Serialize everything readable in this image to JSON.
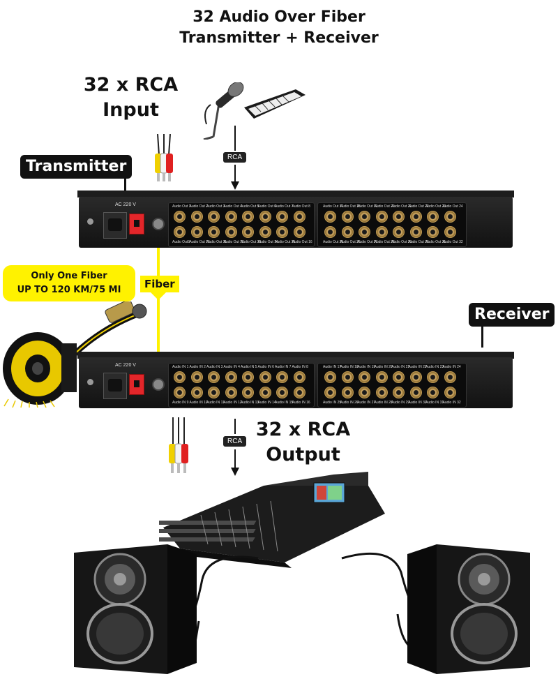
{
  "title": {
    "line1": "32 Audio Over Fiber",
    "line2": "Transmitter + Receiver"
  },
  "input_label": {
    "line1": "32 x RCA",
    "line2": "Input"
  },
  "output_label": {
    "line1": "32 x RCA",
    "line2": "Output"
  },
  "transmitter_label": "Transmitter",
  "receiver_label": "Receiver",
  "rca_tag_top": "RCA",
  "rca_tag_bottom": "RCA",
  "fiber_note": {
    "line1": "Only One Fiber",
    "line2": "UP TO 120 KM/75 MI"
  },
  "fiber_tag": "Fiber",
  "transmitter": {
    "power_label": "AC 220 V",
    "ports_left_top": [
      "Audio Out 1",
      "Audio Out 2",
      "Audio Out 3",
      "Audio Out 4",
      "Audio Out 5",
      "Audio Out 6",
      "Audio Out 7",
      "Audio Out 8"
    ],
    "ports_left_bottom": [
      "Audio Out9",
      "Audio Out 10",
      "Audio Out 11",
      "Audio Out 12",
      "Audio Out 13",
      "Audio Out 14",
      "Audio Out 15",
      "Audio Out 16"
    ],
    "ports_right_top": [
      "Audio Out 17",
      "Audio Out 18",
      "Audio Out 19",
      "Audio Out 20",
      "Audio Out 21",
      "Audio Out 22",
      "Audio Out 23",
      "Audio Out 24"
    ],
    "ports_right_bottom": [
      "Audio Out 25",
      "Audio Out 26",
      "Audio Out 27",
      "Audio Out 28",
      "Audio Out 29",
      "Audio Out 30",
      "Audio Out 31",
      "Audio Out 32"
    ]
  },
  "receiver": {
    "power_label": "AC 220 V",
    "ports_left_top": [
      "Audio IN 1",
      "Audio IN 2",
      "Audio IN 3",
      "Audio IN 4",
      "Audio IN 5",
      "Audio IN 6",
      "Audio IN 7",
      "Audio IN 8"
    ],
    "ports_left_bottom": [
      "Audio IN 9",
      "Audio IN 10",
      "Audio IN 11",
      "Audio IN 12",
      "Audio IN 13",
      "Audio IN 14",
      "Audio IN 15",
      "Audio IN 16"
    ],
    "ports_right_top": [
      "Audio IN 17",
      "Audio IN 18",
      "Audio IN 19",
      "Audio IN 20",
      "Audio IN 21",
      "Audio IN 22",
      "Audio IN 23",
      "Audio IN 24"
    ],
    "ports_right_bottom": [
      "Audio IN 25",
      "Audio IN 26",
      "Audio IN 27",
      "Audio IN 28",
      "Audio IN 29",
      "Audio IN 30",
      "Audio IN 31",
      "Audio IN 32"
    ]
  },
  "colors": {
    "fiber": "#fff200",
    "jack_gold": "#d7b06a",
    "power_switch": "#e3262a"
  },
  "icons": [
    "microphone-icon",
    "keyboard-icon",
    "rca-cable-icon",
    "fiber-reel-icon",
    "mixer-console-icon",
    "speaker-icon"
  ]
}
